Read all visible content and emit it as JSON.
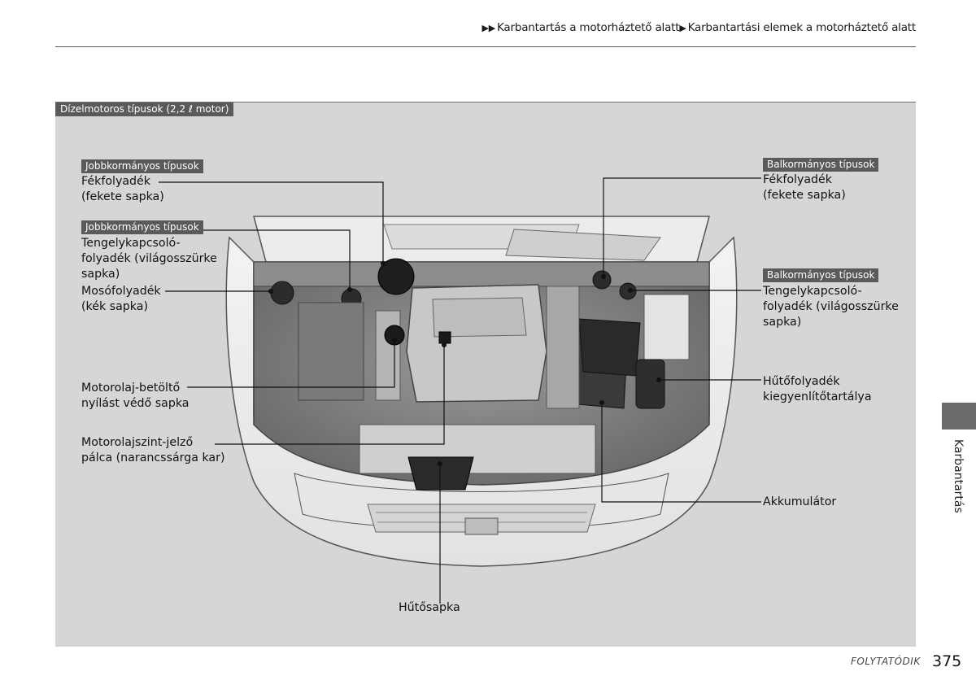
{
  "breadcrumb": {
    "arrows": "▶▶",
    "part1": "Karbantartás a motorháztető alatt",
    "sep": "▶",
    "part2": "Karbantartási elemek a motorháztető alatt"
  },
  "panel": {
    "title": "Dízelmotoros típusok (2,2 ℓ motor)"
  },
  "labels": {
    "tag_rhd_1": "Jobbkormányos típusok",
    "brake_fluid_left_l1": "Fékfolyadék",
    "brake_fluid_left_l2": "(fekete sapka)",
    "tag_rhd_2": "Jobbkormányos típusok",
    "clutch_left_l1": "Tengelykapcsoló-",
    "clutch_left_l2": "folyadék (világosszürke",
    "clutch_left_l3": "sapka)",
    "washer_l1": "Mosófolyadék",
    "washer_l2": "(kék sapka)",
    "oil_cap_l1": "Motorolaj-betöltő",
    "oil_cap_l2": "nyílást védő sapka",
    "dipstick_l1": "Motorolajszint-jelző",
    "dipstick_l2": "pálca (narancssárga kar)",
    "radiator_cap": "Hűtősapka",
    "tag_lhd_1": "Balkormányos típusok",
    "brake_fluid_right_l1": "Fékfolyadék",
    "brake_fluid_right_l2": "(fekete sapka)",
    "tag_lhd_2": "Balkormányos típusok",
    "clutch_right_l1": "Tengelykapcsoló-",
    "clutch_right_l2": "folyadék (világosszürke",
    "clutch_right_l3": "sapka)",
    "coolant_l1": "Hűtőfolyadék",
    "coolant_l2": "kiegyenlítőtartálya",
    "battery": "Akkumulátor"
  },
  "side_tab": {
    "label": "Karbantartás"
  },
  "footer": {
    "continued": "FOLYTATÓDIK",
    "page_number": "375"
  }
}
